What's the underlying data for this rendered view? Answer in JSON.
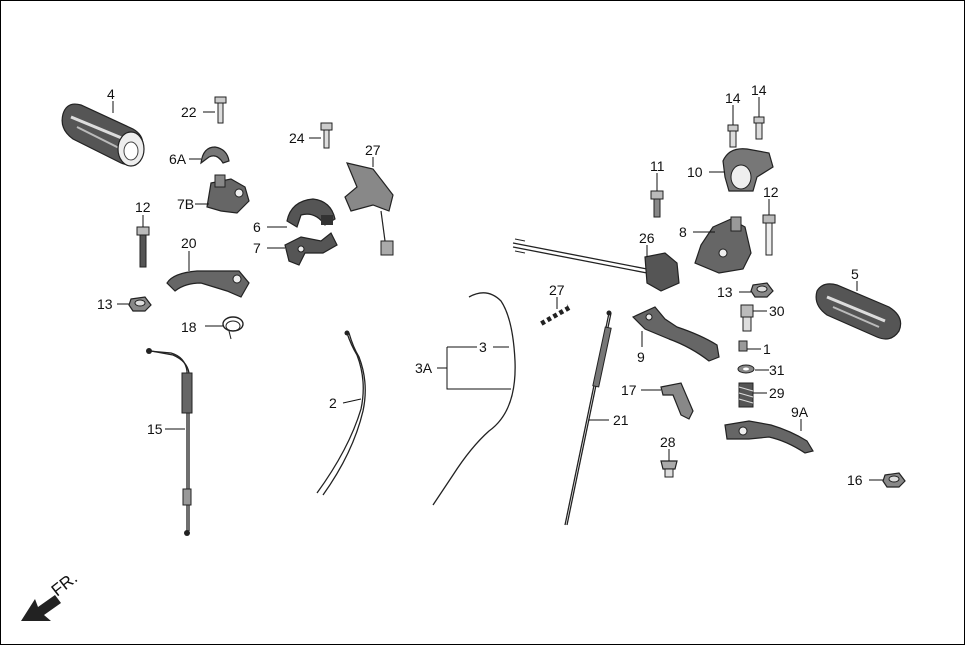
{
  "diagram": {
    "front_marker": "FR.",
    "labels": {
      "l_4": "4",
      "l_22": "22",
      "l_6A": "6A",
      "l_7B": "7B",
      "l_12_left": "12",
      "l_20": "20",
      "l_13_left": "13",
      "l_18": "18",
      "l_15": "15",
      "l_24": "24",
      "l_27_top": "27",
      "l_6": "6",
      "l_7": "7",
      "l_2": "2",
      "l_3": "3",
      "l_3A": "3A",
      "l_27_mid": "27",
      "l_21": "21",
      "l_26": "26",
      "l_9": "9",
      "l_11": "11",
      "l_14_a": "14",
      "l_14_b": "14",
      "l_10": "10",
      "l_8": "8",
      "l_12_right": "12",
      "l_5": "5",
      "l_13_right": "13",
      "l_30": "30",
      "l_1": "1",
      "l_31": "31",
      "l_29": "29",
      "l_17": "17",
      "l_9A": "9A",
      "l_28": "28",
      "l_16": "16"
    }
  }
}
